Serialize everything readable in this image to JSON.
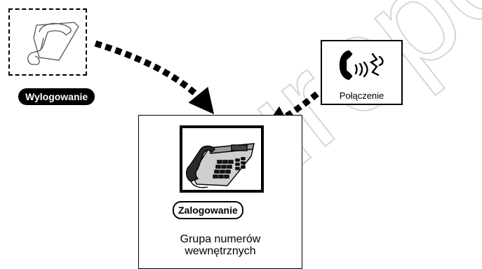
{
  "logged_out": {
    "label": "Wylogowanie",
    "icon": "handset-outline-icon"
  },
  "incoming_call": {
    "label": "Połączenie",
    "icon": "ringing-handset-icon"
  },
  "extension_group": {
    "label_line1": "Grupa numerów",
    "label_line2": "wewnętrznych",
    "status_label": "Zalogowanie",
    "icon": "desk-phone-icon"
  },
  "watermark": {
    "text": "Europe",
    "color": "#dcdcdc"
  },
  "colors": {
    "ink": "#000000",
    "background": "#ffffff"
  }
}
